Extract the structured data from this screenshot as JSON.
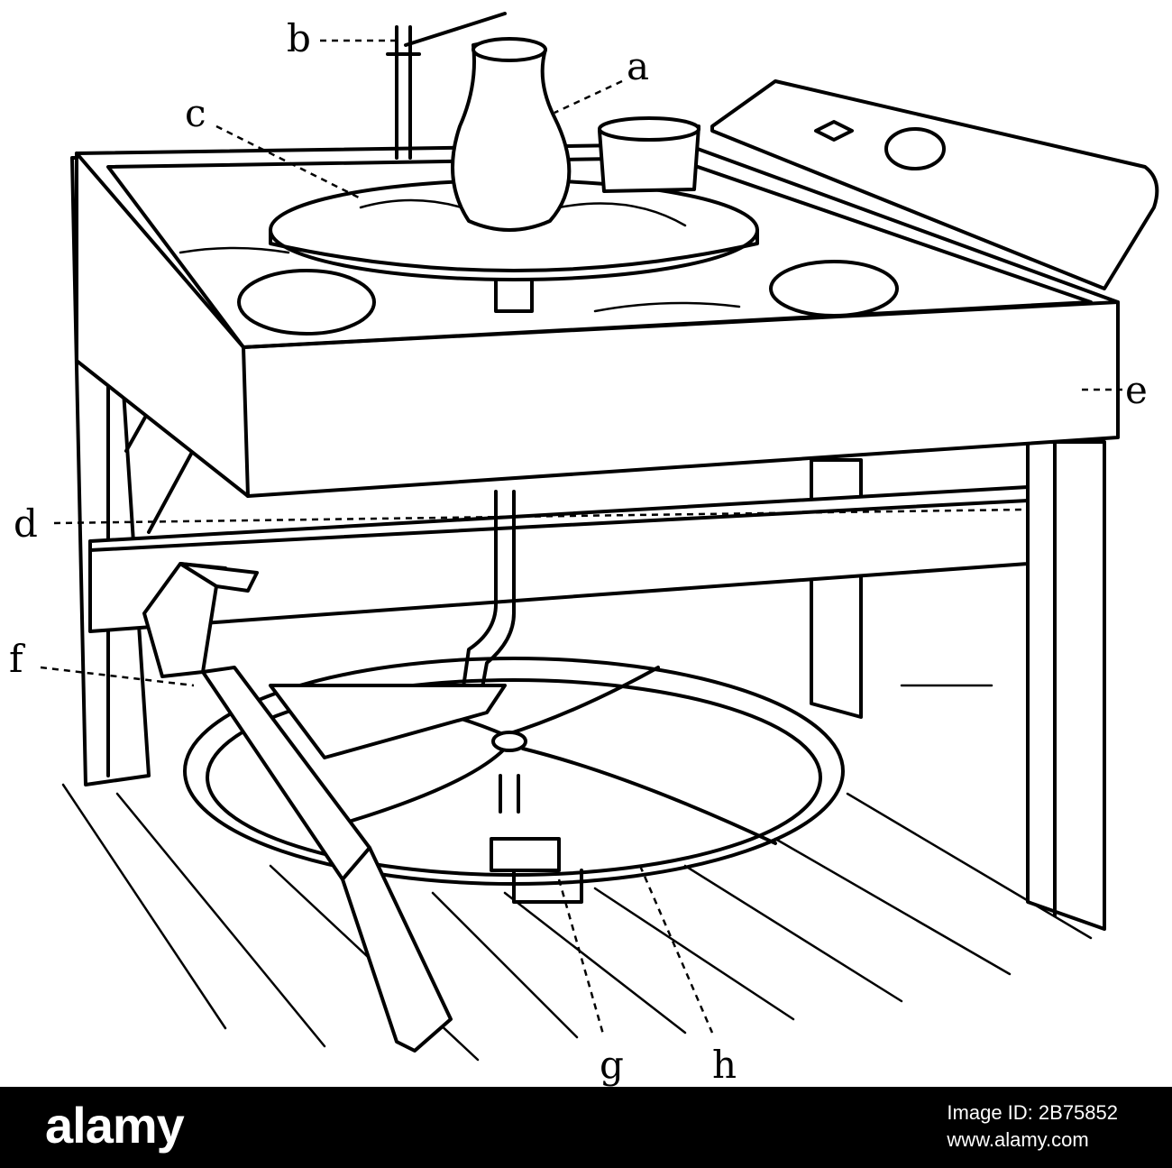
{
  "labels": {
    "a": "a",
    "b": "b",
    "c": "c",
    "d": "d",
    "e": "e",
    "f": "f",
    "g": "g",
    "h": "h"
  },
  "footer": {
    "brand": "alamy",
    "image_id_label": "Image ID: 2B75852",
    "url": "www.alamy.com"
  }
}
